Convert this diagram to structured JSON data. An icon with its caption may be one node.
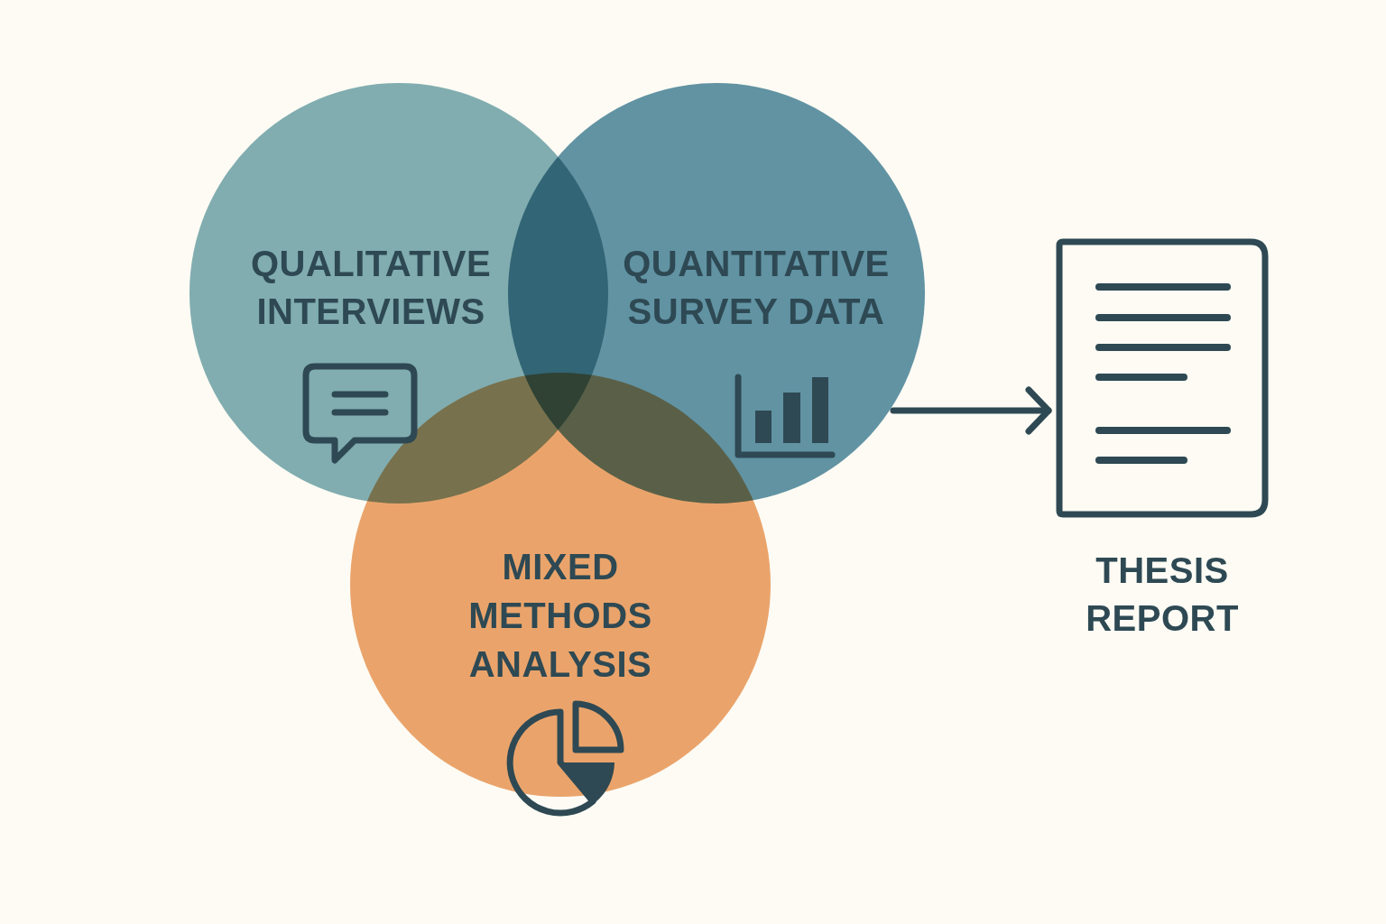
{
  "diagram": {
    "nodes": [
      {
        "text": [
          "QUALITATIVE INTERVIEWS"
        ]
      },
      {
        "text": [
          "QUANTITATIVE SURVEY DATA"
        ]
      },
      {
        "text": [
          "MIXED METHODS ANALYSIS"
        ]
      },
      {
        "text": [
          "THESIS REPORT"
        ]
      }
    ],
    "edges": [
      {
        "from": 1,
        "to": 3,
        "arrow": "to"
      }
    ]
  }
}
